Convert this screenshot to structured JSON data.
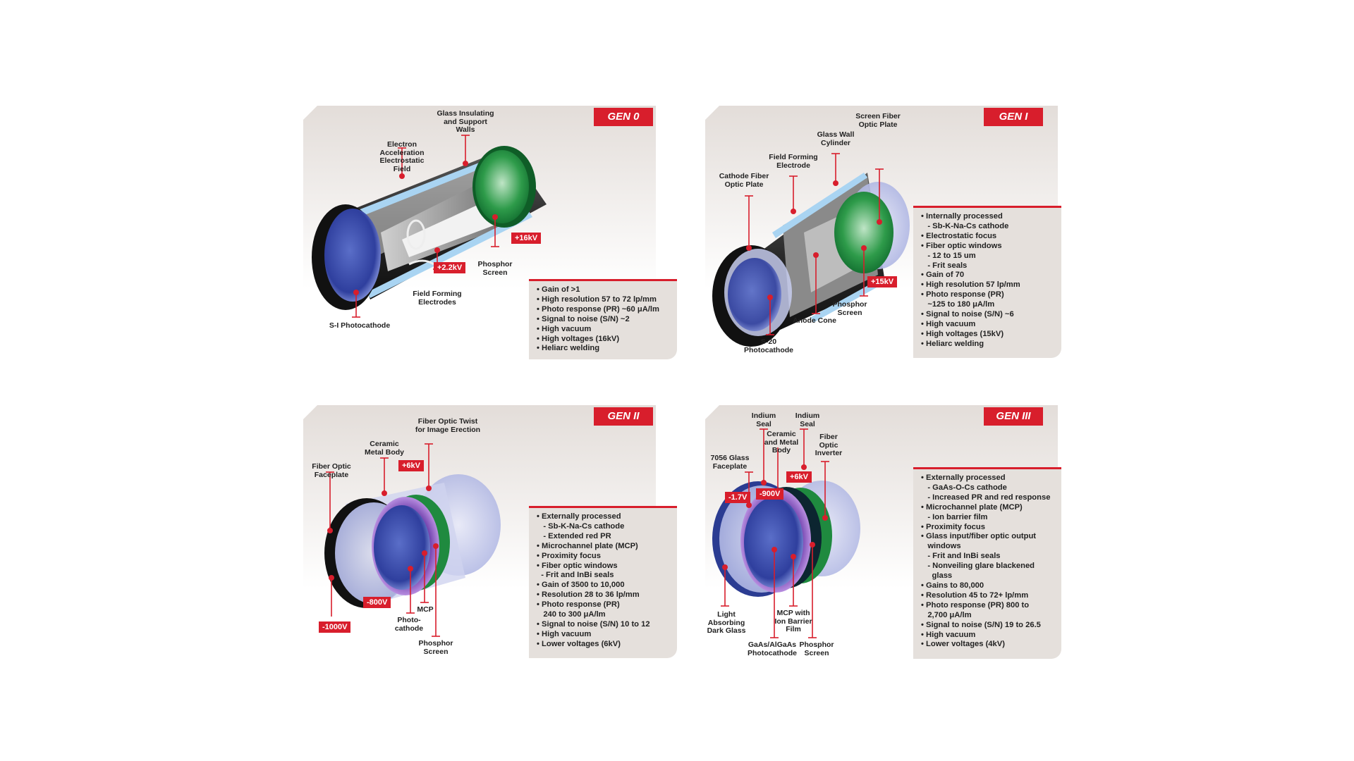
{
  "colors": {
    "accent": "#d81e2c",
    "panel": "#e5e0dc"
  },
  "panels": [
    {
      "tag": "GEN 0",
      "labels": {
        "glass": "Glass Insulating\nand Support\nWalls",
        "electron": "Electron\nAcceleration\nElectrostatic\nField",
        "phosphor": "Phosphor\nScreen",
        "field": "Field Forming\nElectrodes",
        "photocathode": "S-I Photocathode"
      },
      "volts": {
        "v1": "+16kV",
        "v2": "+2.2kV"
      },
      "specs": [
        "• Gain of >1",
        "• High resolution 57 to 72 lp/mm",
        "• Photo response (PR) ~60 μA/lm",
        "• Signal to noise (S/N) ~2",
        "• High vacuum",
        "• High voltages (16kV)",
        "• Heliarc welding"
      ]
    },
    {
      "tag": "GEN I",
      "labels": {
        "screenfiber": "Screen Fiber\nOptic Plate",
        "glasswall": "Glass Wall\nCylinder",
        "fieldforming": "Field Forming\nElectrode",
        "cathodefiber": "Cathode Fiber\nOptic Plate",
        "phosphor": "Phosphor\nScreen",
        "anode": "Anode Cone",
        "s20": "S-20\nPhotocathode"
      },
      "volts": {
        "v1": "+15kV"
      },
      "specs": [
        "• Internally processed",
        "   - Sb-K-Na-Cs cathode",
        "• Electrostatic focus",
        "• Fiber optic windows",
        "   - 12 to 15 um",
        "   - Frit seals",
        "• Gain of 70",
        "• High resolution 57 lp/mm",
        "• Photo response (PR)",
        "   ~125 to 180 μA/lm",
        "• Signal to noise (S/N) ~6",
        "• High vacuum",
        "• High voltages (15kV)",
        "• Heliarc welding"
      ]
    },
    {
      "tag": "GEN II",
      "labels": {
        "twist": "Fiber Optic Twist\nfor Image Erection",
        "ceramic": "Ceramic\nMetal Body",
        "faceplate": "Fiber Optic\nFaceplate",
        "mcp": "MCP",
        "photocathode": "Photo-\ncathode",
        "phosphor": "Phosphor\nScreen"
      },
      "volts": {
        "v1": "+6kV",
        "v2": "-800V",
        "v3": "-1000V"
      },
      "specs": [
        "• Externally processed",
        "   - Sb-K-Na-Cs cathode",
        "   - Extended red PR",
        "• Microchannel plate (MCP)",
        "• Proximity focus",
        "• Fiber optic windows",
        "  - Frit and InBi seals",
        "• Gain of 3500 to 10,000",
        "• Resolution 28 to 36 lp/mm",
        "• Photo response (PR)",
        "   240 to 300 μA/lm",
        "• Signal to noise (S/N) 10 to 12",
        "• High vacuum",
        "• Lower voltages (6kV)"
      ]
    },
    {
      "tag": "GEN III",
      "labels": {
        "indium1": "Indium\nSeal",
        "indium2": "Indium\nSeal",
        "ceramic": "Ceramic\nand Metal\nBody",
        "inverter": "Fiber\nOptic\nInverter",
        "faceplate": "7056 Glass\nFaceplate",
        "light": "Light\nAbsorbing\nDark Glass",
        "mcp": "MCP with\nIon Barrier\nFilm",
        "gaas": "GaAs/AlGaAs\nPhotocathode",
        "phosphor": "Phosphor\nScreen"
      },
      "volts": {
        "v1": "+6kV",
        "v2": "-1.7V",
        "v3": "-900V"
      },
      "specs": [
        "• Externally processed",
        "   - GaAs-O-Cs cathode",
        "   - Increased PR and red response",
        "• Microchannel plate (MCP)",
        "   - Ion barrier film",
        "• Proximity focus",
        "• Glass input/fiber optic output",
        "   windows",
        "   - Frit and InBi seals",
        "   - Nonveiling glare blackened",
        "     glass",
        "• Gains to 80,000",
        "• Resolution 45 to 72+ lp/mm",
        "• Photo response (PR) 800 to",
        "   2,700 μA/lm",
        "• Signal to noise (S/N) 19 to 26.5",
        "• High vacuum",
        "• Lower voltages (4kV)"
      ]
    }
  ]
}
